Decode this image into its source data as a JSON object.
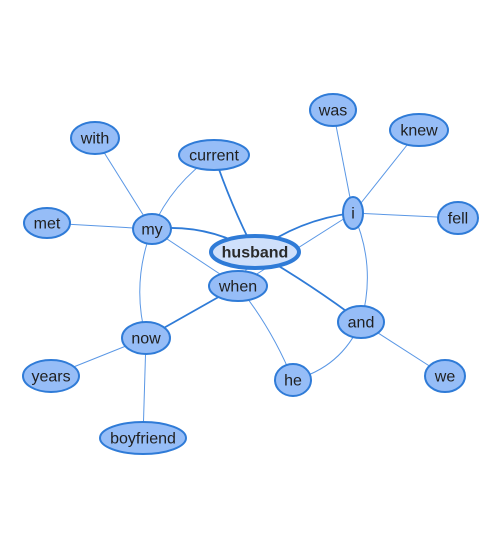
{
  "graph": {
    "center": "husband",
    "nodes": [
      {
        "id": "husband",
        "label": "husband"
      },
      {
        "id": "when",
        "label": "when"
      },
      {
        "id": "my",
        "label": "my"
      },
      {
        "id": "current",
        "label": "current"
      },
      {
        "id": "with",
        "label": "with"
      },
      {
        "id": "met",
        "label": "met"
      },
      {
        "id": "now",
        "label": "now"
      },
      {
        "id": "years",
        "label": "years"
      },
      {
        "id": "boyfriend",
        "label": "boyfriend"
      },
      {
        "id": "i",
        "label": "i"
      },
      {
        "id": "was",
        "label": "was"
      },
      {
        "id": "knew",
        "label": "knew"
      },
      {
        "id": "fell",
        "label": "fell"
      },
      {
        "id": "and",
        "label": "and"
      },
      {
        "id": "we",
        "label": "we"
      },
      {
        "id": "he",
        "label": "he"
      }
    ],
    "edges": [
      {
        "from": "husband",
        "to": "my",
        "strong": true
      },
      {
        "from": "husband",
        "to": "current",
        "strong": true
      },
      {
        "from": "husband",
        "to": "i",
        "strong": true
      },
      {
        "from": "husband",
        "to": "and",
        "strong": true
      },
      {
        "from": "husband",
        "to": "when",
        "strong": false
      },
      {
        "from": "when",
        "to": "now",
        "strong": true
      },
      {
        "from": "when",
        "to": "my",
        "strong": false
      },
      {
        "from": "when",
        "to": "i",
        "strong": false
      },
      {
        "from": "when",
        "to": "he",
        "strong": false
      },
      {
        "from": "my",
        "to": "with",
        "strong": false
      },
      {
        "from": "my",
        "to": "met",
        "strong": false
      },
      {
        "from": "my",
        "to": "current",
        "strong": false
      },
      {
        "from": "my",
        "to": "now",
        "strong": false
      },
      {
        "from": "now",
        "to": "years",
        "strong": false
      },
      {
        "from": "now",
        "to": "boyfriend",
        "strong": false
      },
      {
        "from": "i",
        "to": "was",
        "strong": false
      },
      {
        "from": "i",
        "to": "knew",
        "strong": false
      },
      {
        "from": "i",
        "to": "fell",
        "strong": false
      },
      {
        "from": "i",
        "to": "and",
        "strong": false
      },
      {
        "from": "and",
        "to": "we",
        "strong": false
      },
      {
        "from": "and",
        "to": "he",
        "strong": false
      }
    ]
  }
}
